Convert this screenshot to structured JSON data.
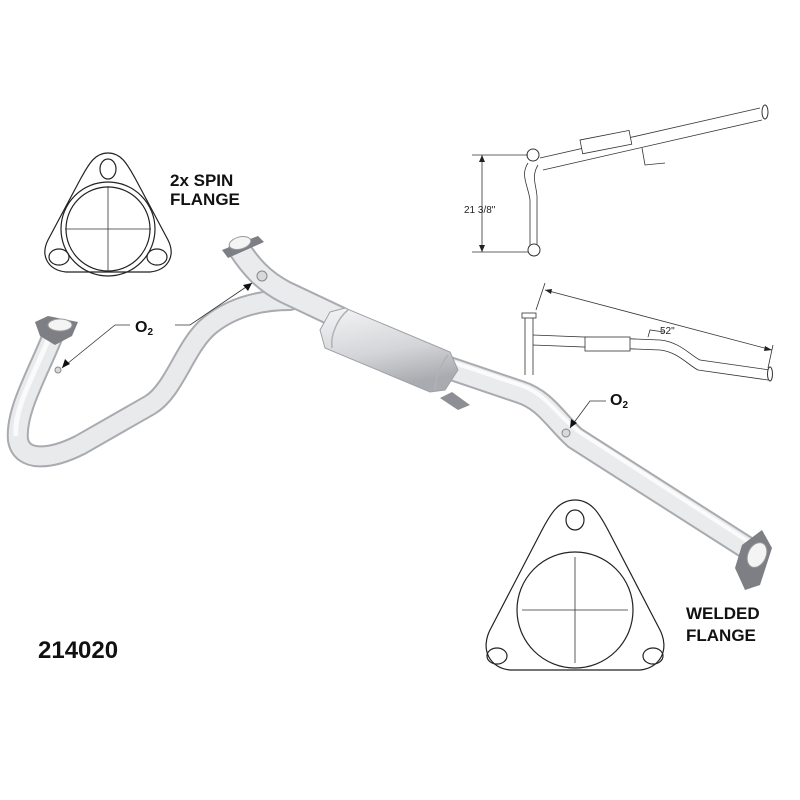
{
  "part_number": "214020",
  "labels": {
    "spin_flange_line1": "2x SPIN",
    "spin_flange_line2": "FLANGE",
    "welded_flange_line1": "WELDED",
    "welded_flange_line2": "FLANGE",
    "o2_main": "O",
    "o2_sub": "2"
  },
  "dimensions": {
    "height": "21 3/8\"",
    "length": "52\""
  },
  "colors": {
    "pipe": "#e6e7e9",
    "pipe_shadow": "#b9bbbf",
    "flange": "#7d7f84",
    "ink": "#111111"
  }
}
